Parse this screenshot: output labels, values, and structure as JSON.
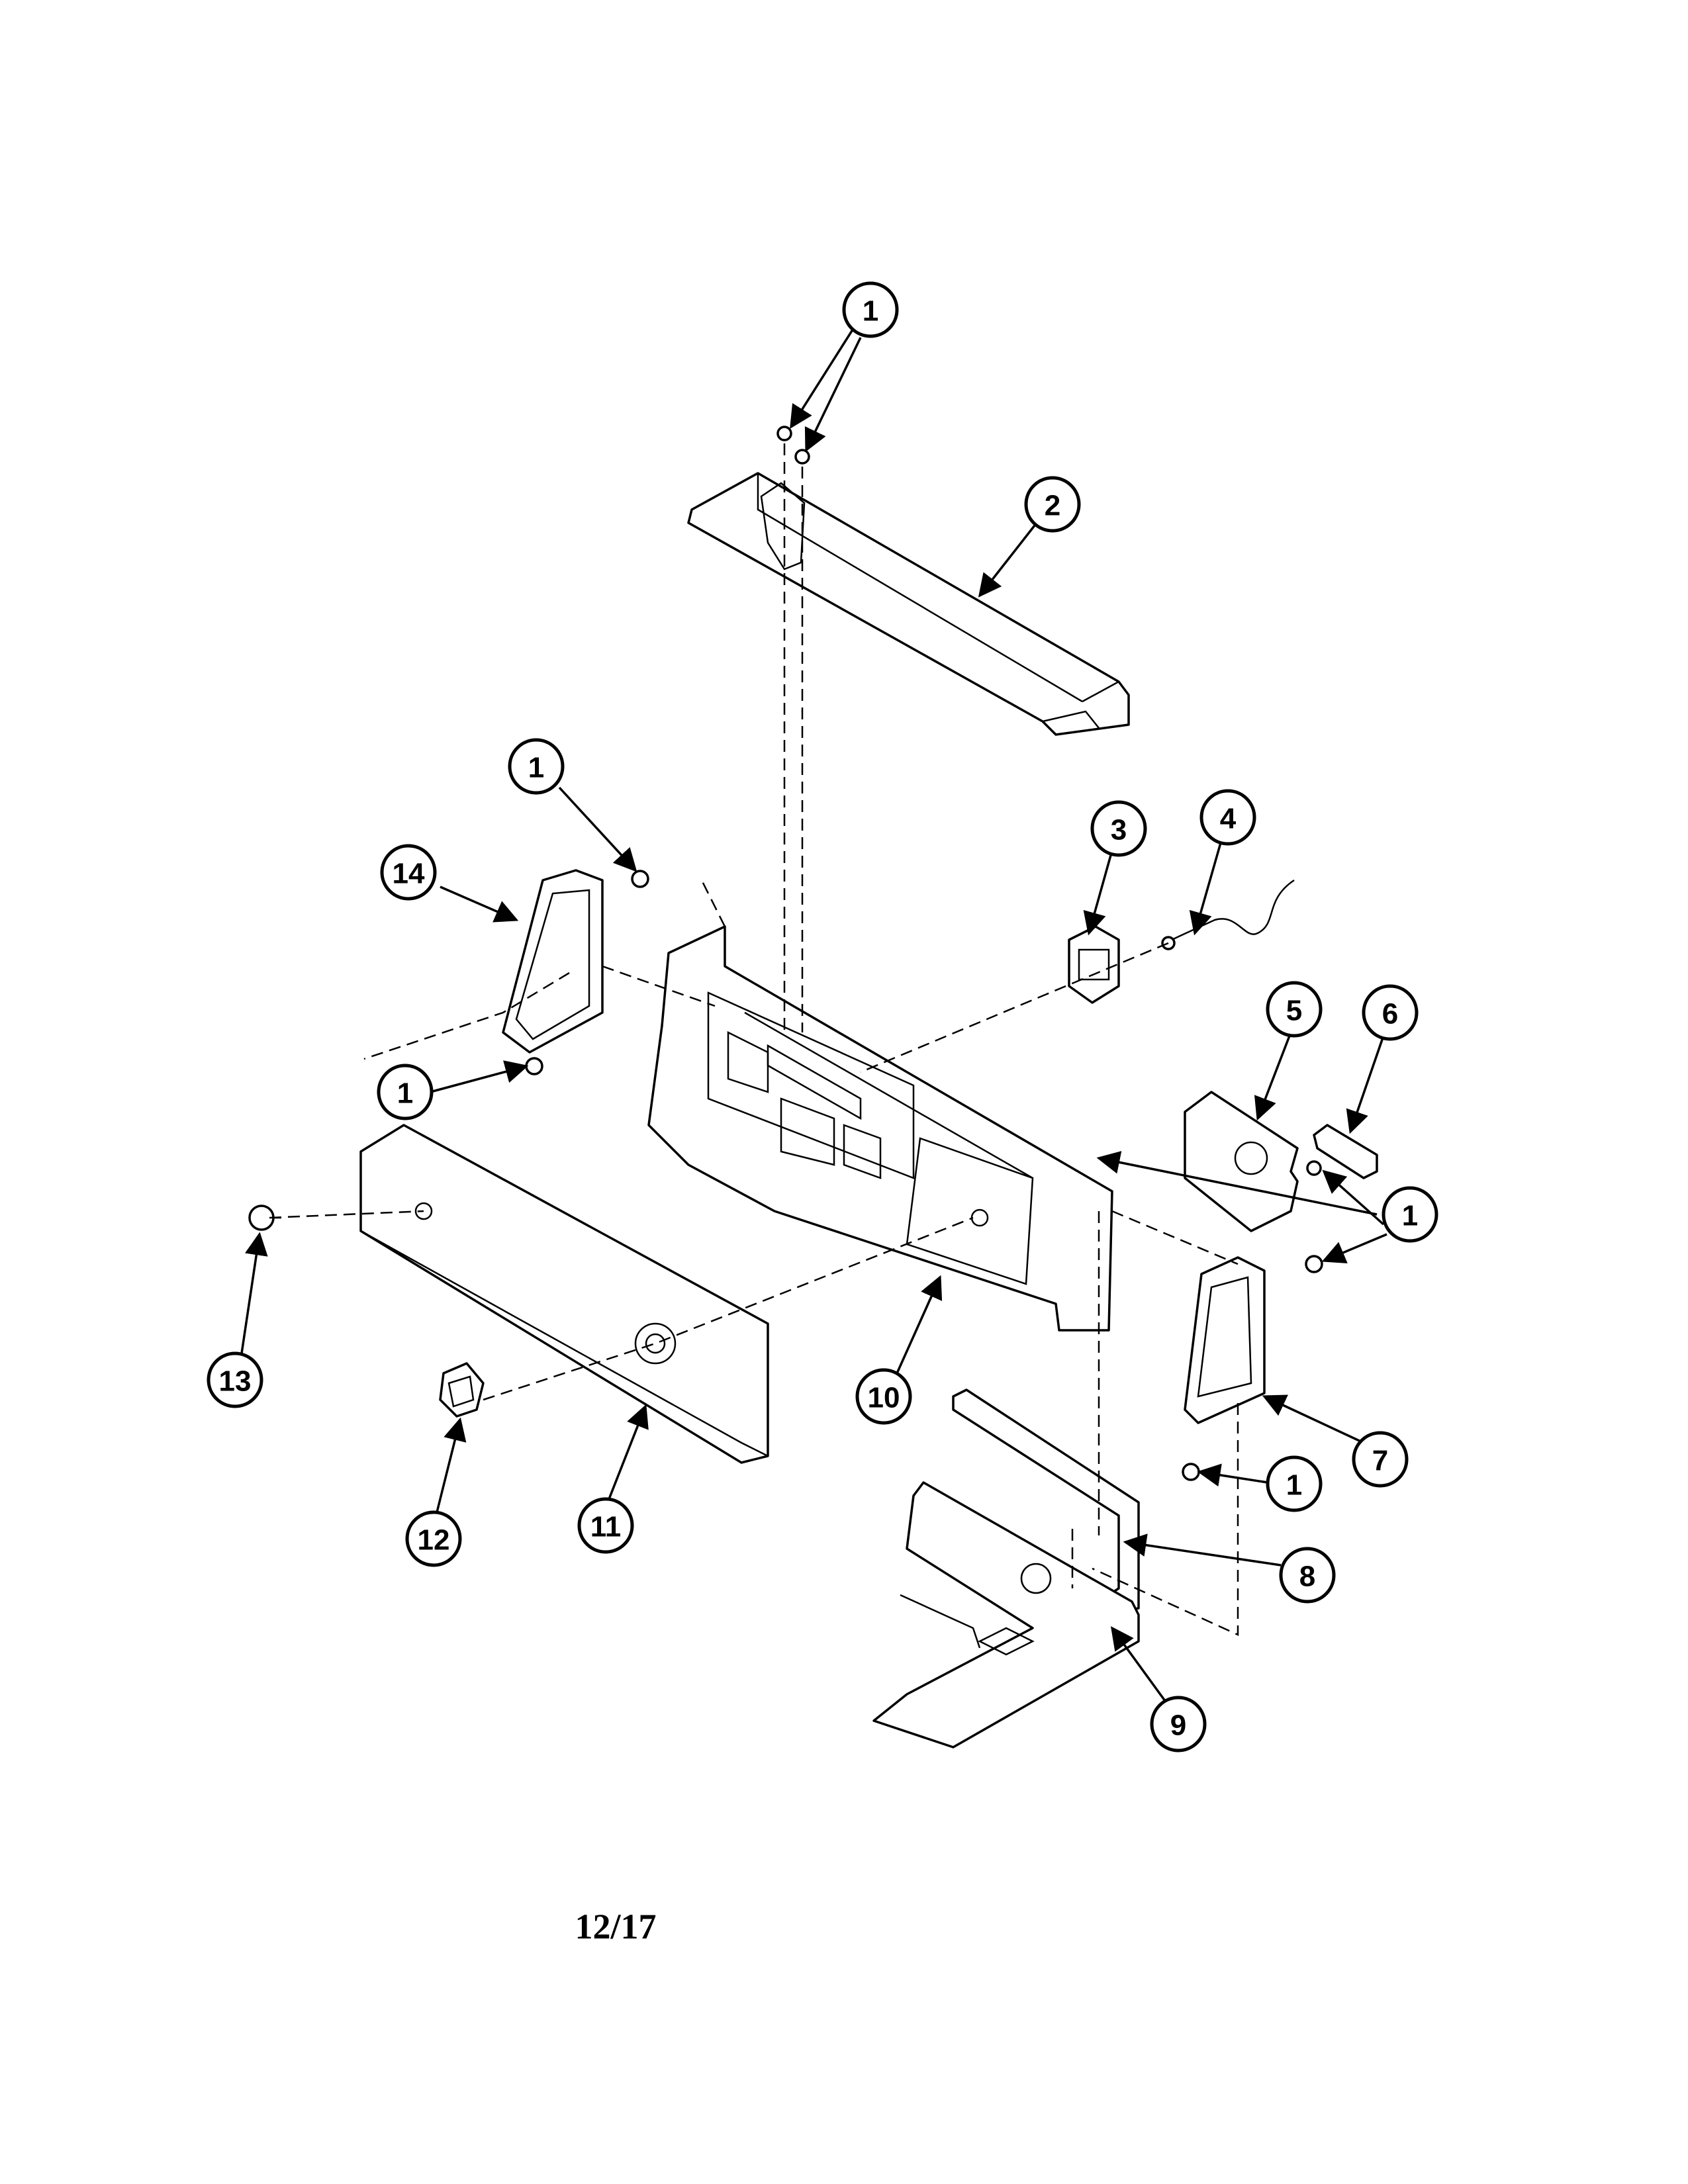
{
  "page_number": "12/17",
  "callouts": [
    {
      "label": "1"
    },
    {
      "label": "2"
    },
    {
      "label": "1"
    },
    {
      "label": "3"
    },
    {
      "label": "4"
    },
    {
      "label": "14"
    },
    {
      "label": "5"
    },
    {
      "label": "6"
    },
    {
      "label": "1"
    },
    {
      "label": "1"
    },
    {
      "label": "13"
    },
    {
      "label": "10"
    },
    {
      "label": "7"
    },
    {
      "label": "1"
    },
    {
      "label": "8"
    },
    {
      "label": "12"
    },
    {
      "label": "11"
    },
    {
      "label": "9"
    }
  ]
}
